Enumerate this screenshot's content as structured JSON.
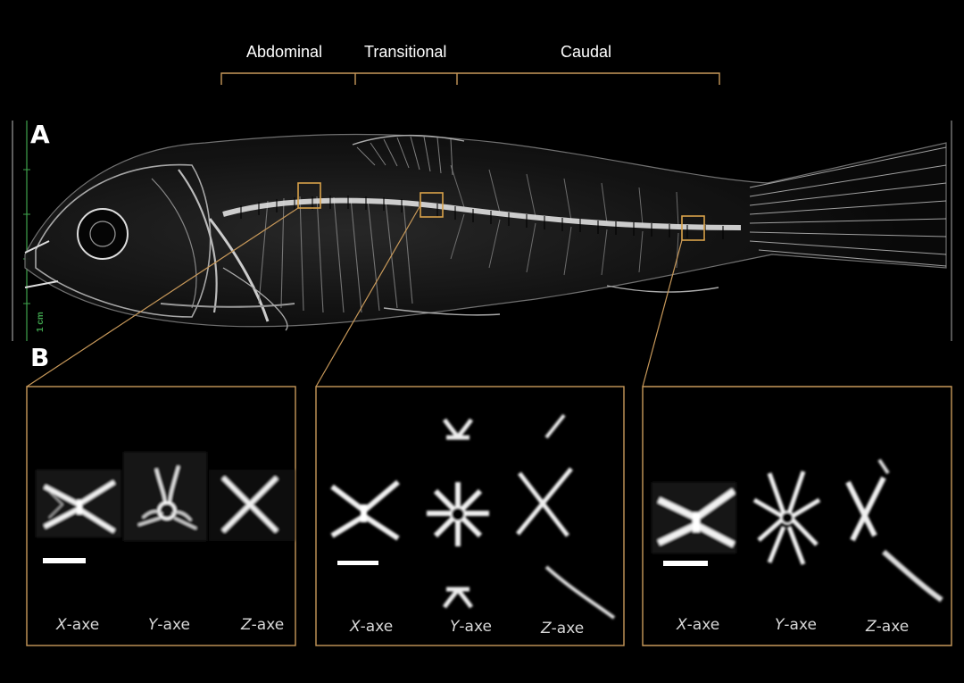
{
  "regions": {
    "abdominal": "Abdominal",
    "transitional": "Transitional",
    "caudal": "Caudal"
  },
  "panels": {
    "a": "A",
    "b": "B"
  },
  "scale_label": "1 cm",
  "axis_labels": {
    "x_letter": "X",
    "y_letter": "Y",
    "z_letter": "Z",
    "suffix": "-axe"
  },
  "colors": {
    "background": "#000000",
    "accent": "#c8995a",
    "bone": "#e8e8e8",
    "scale": "#3fa34d"
  }
}
